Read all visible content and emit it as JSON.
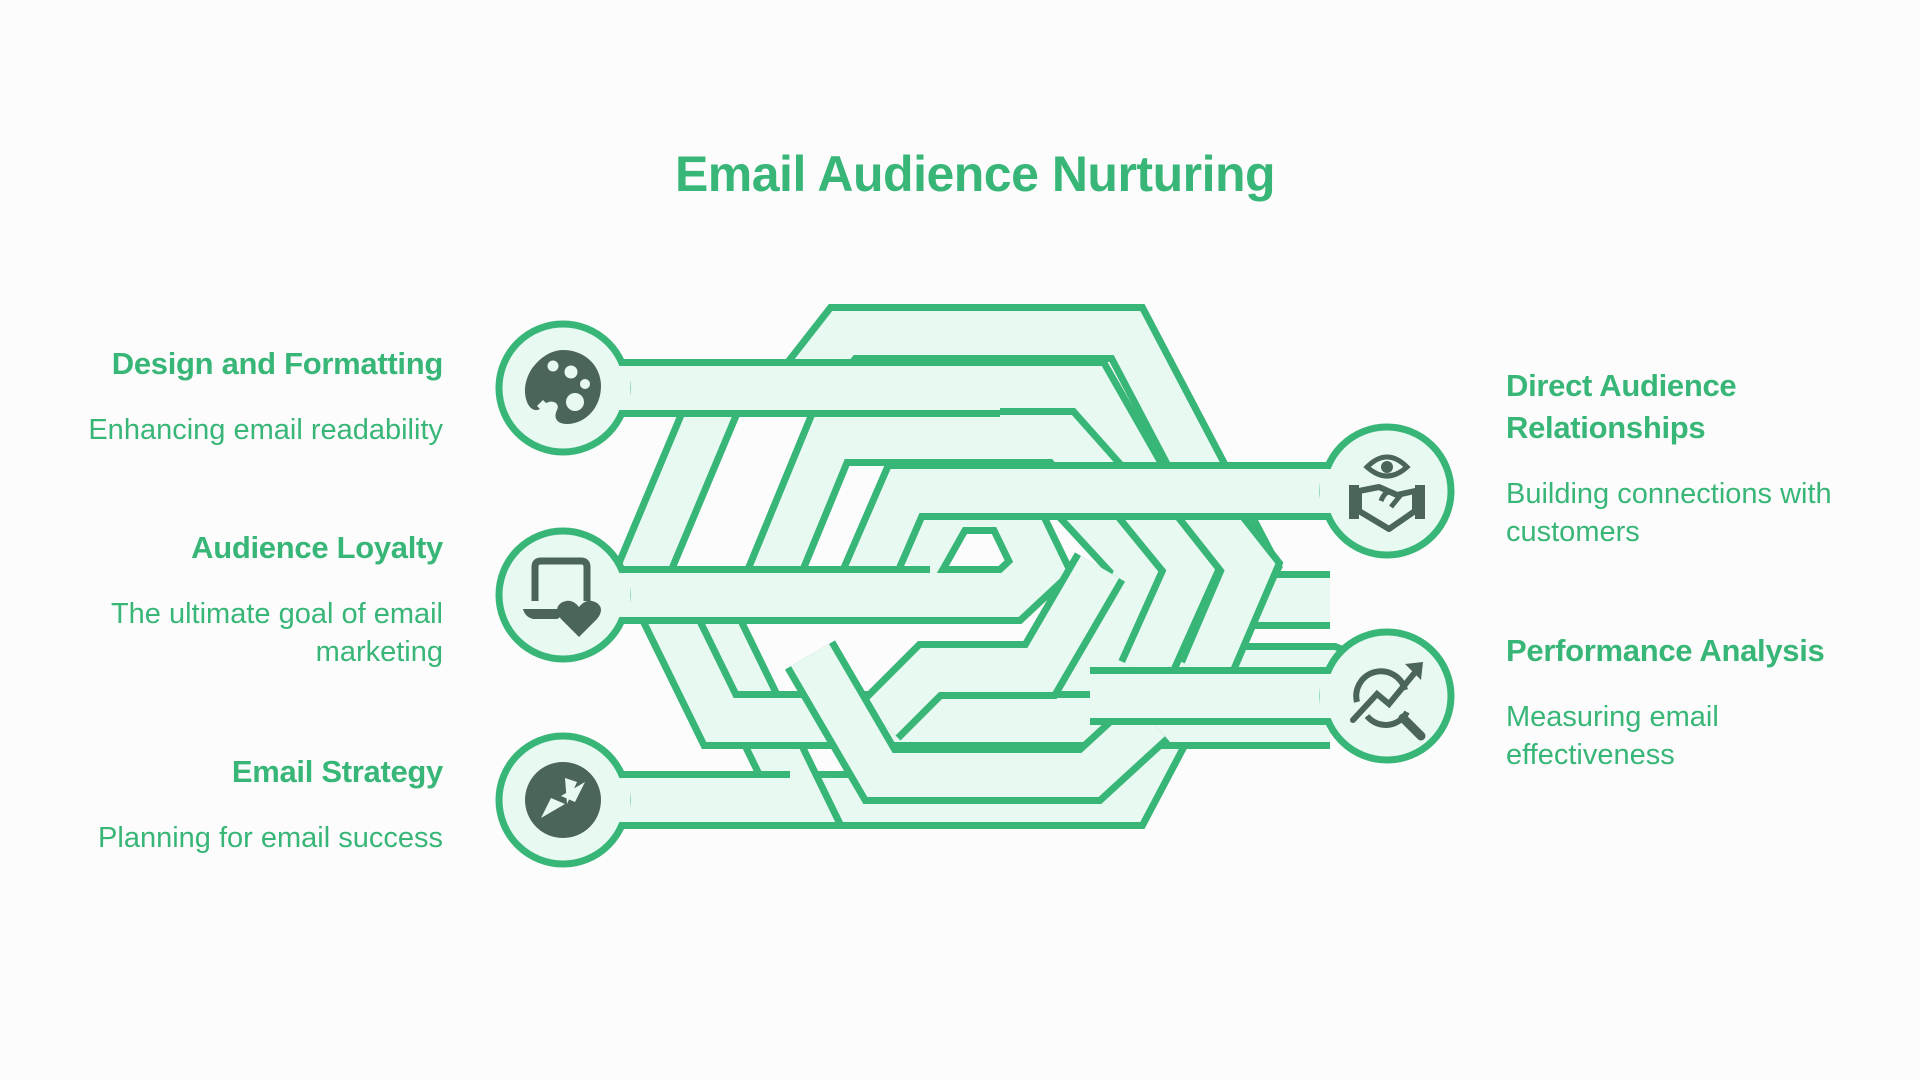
{
  "title": "Email Audience Nurturing",
  "colors": {
    "accent": "#38b677",
    "tube_fill": "#e8f9f2",
    "icon": "#4b6659",
    "background": "#fcfcfc"
  },
  "left_items": [
    {
      "heading": "Design and Formatting",
      "description": "Enhancing email readability",
      "icon": "palette-icon"
    },
    {
      "heading": "Audience Loyalty",
      "description": "The ultimate goal of email marketing",
      "icon": "laptop-heart-icon"
    },
    {
      "heading": "Email Strategy",
      "description": "Planning for email success",
      "icon": "compass-icon"
    }
  ],
  "right_items": [
    {
      "heading": "Direct Audience Relationships",
      "description": "Building connections with customers",
      "icon": "eye-handshake-icon"
    },
    {
      "heading": "Performance Analysis",
      "description": "Measuring email effectiveness",
      "icon": "chart-magnifier-icon"
    }
  ]
}
